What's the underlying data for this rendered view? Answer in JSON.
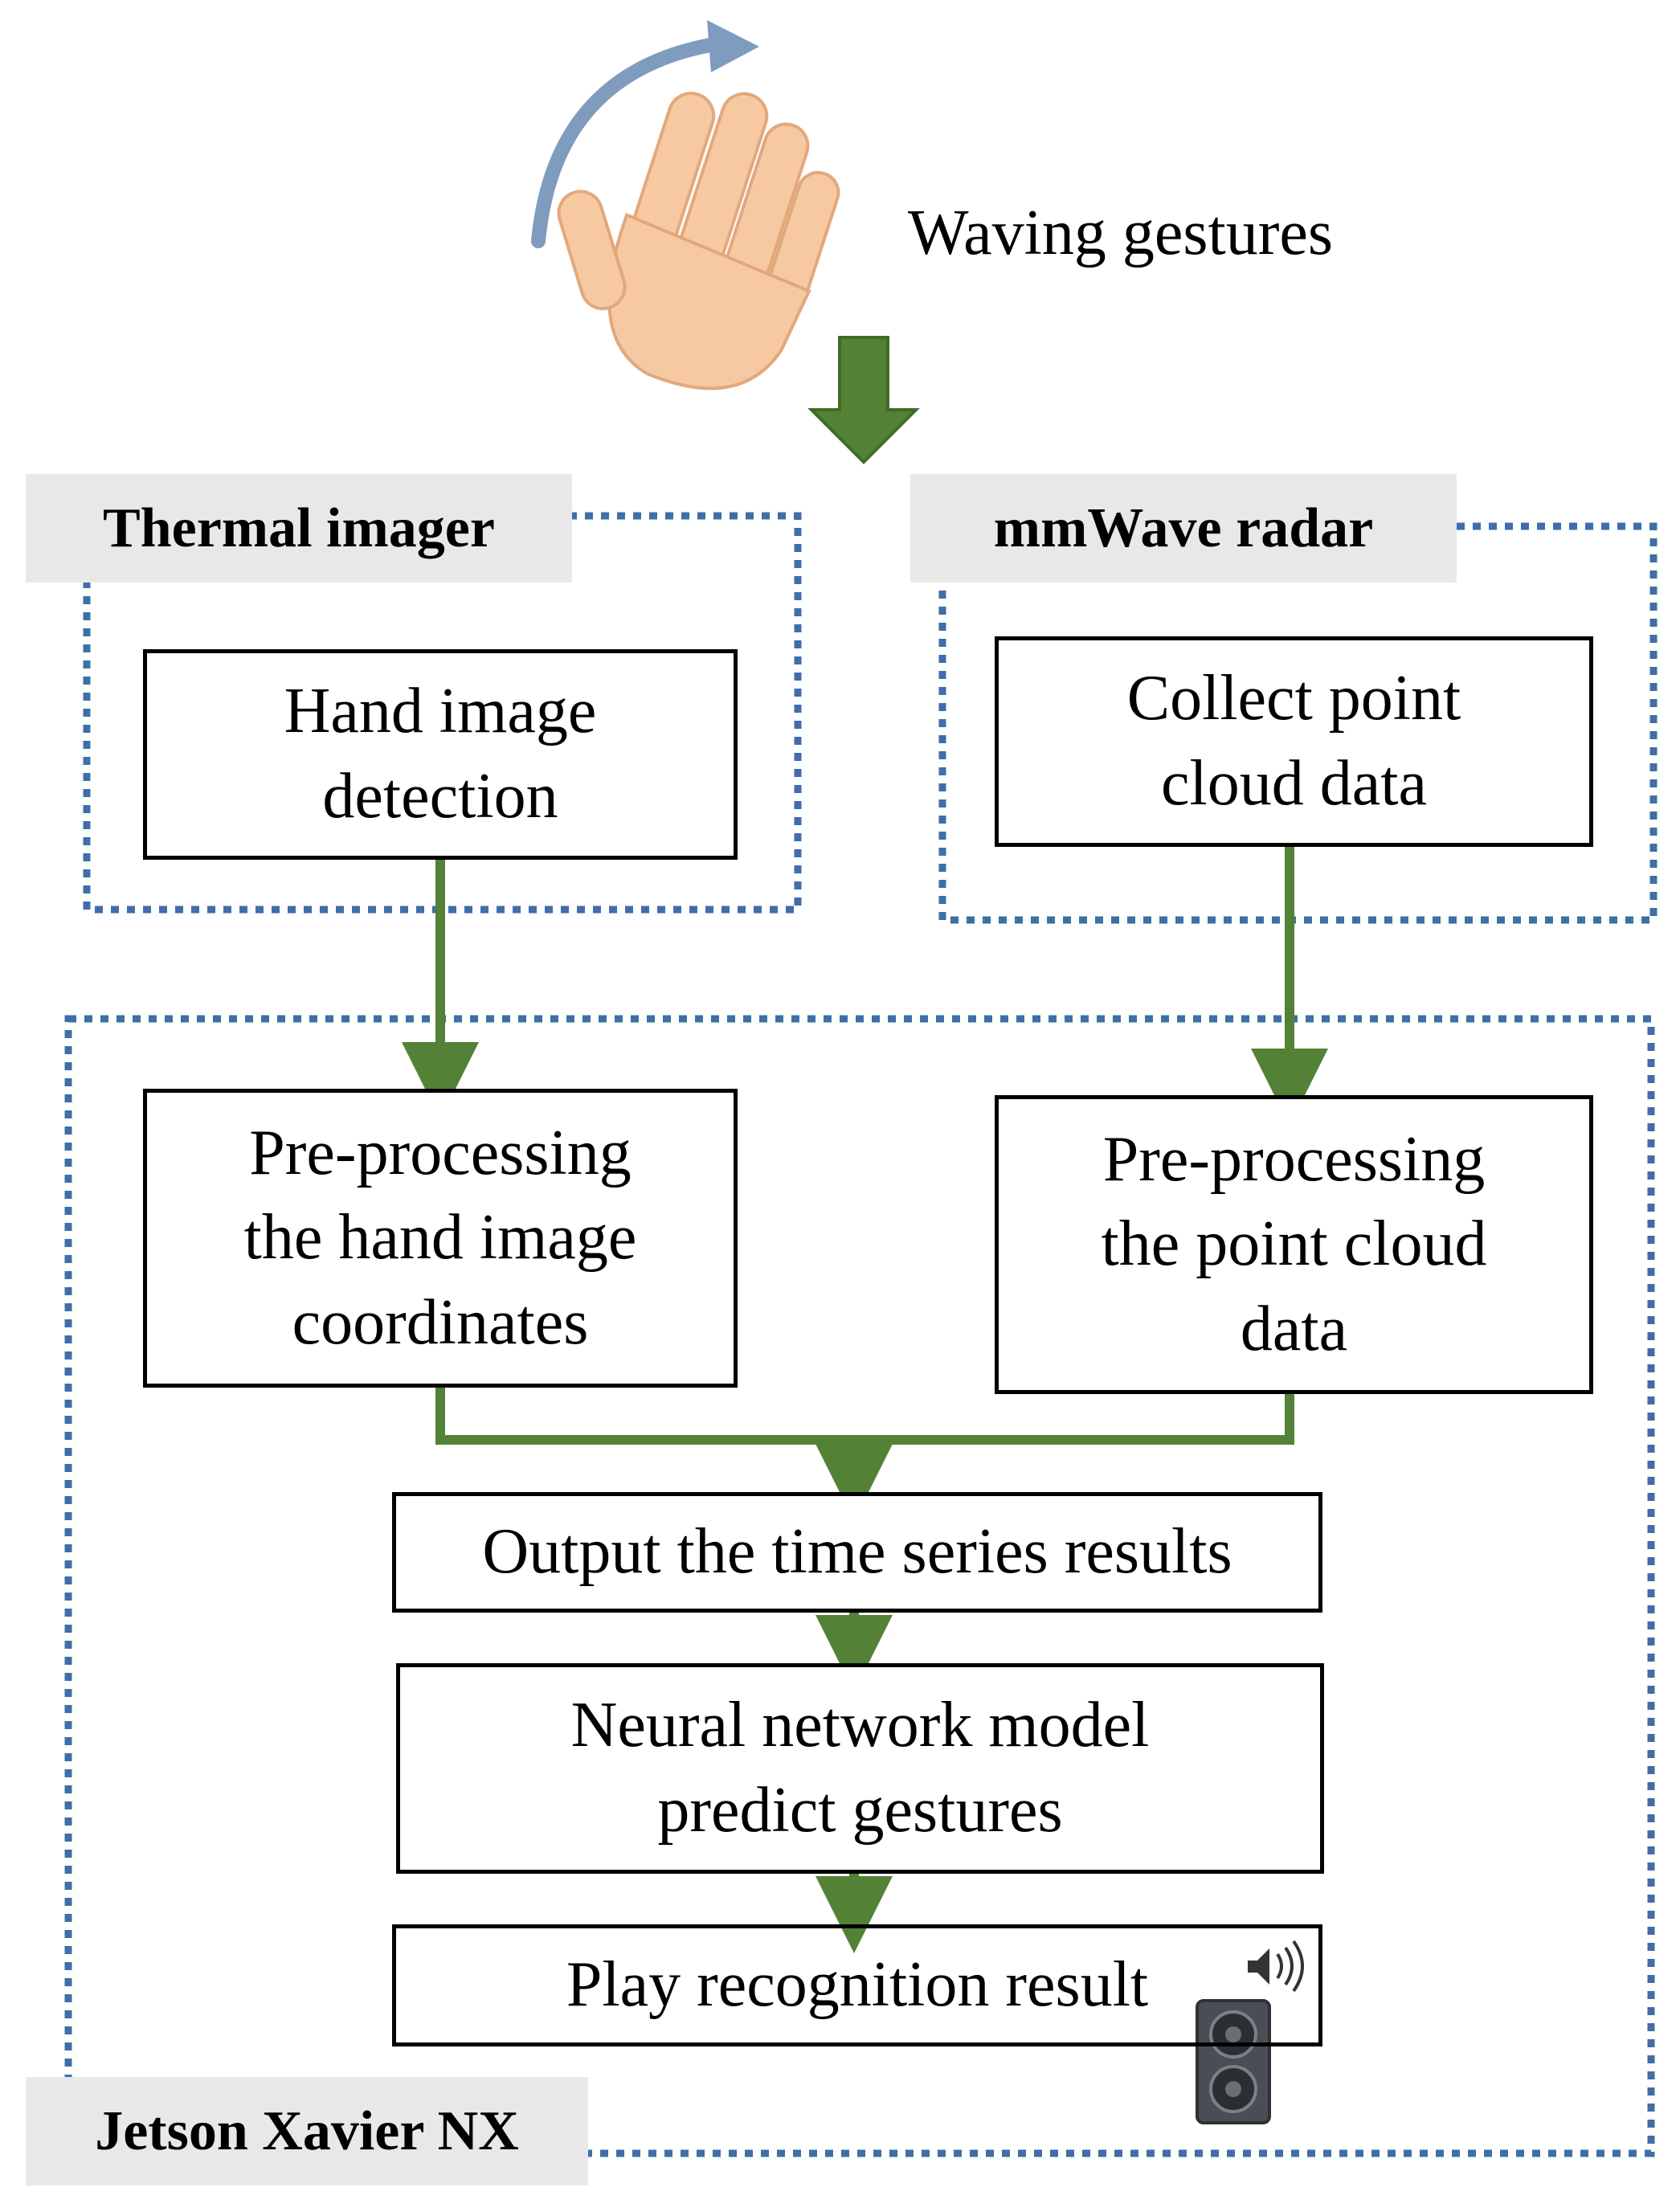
{
  "title": "Waving gestures",
  "groups": {
    "thermal": "Thermal imager",
    "radar": "mmWave radar",
    "jetson": "Jetson Xavier NX"
  },
  "steps": {
    "hand_detection": "Hand image\ndetection",
    "collect_point_cloud": "Collect point\ncloud data",
    "preprocess_hand": "Pre-processing\nthe hand image\ncoordinates",
    "preprocess_cloud": "Pre-processing\nthe point cloud\ndata",
    "output_time_series": "Output the time series results",
    "neural_network": "Neural network model\npredict gestures",
    "play_result": "Play recognition result"
  },
  "icons": {
    "gesture": "waving-hand-icon",
    "audio": "speaker-icon",
    "sound": "sound-waves-icon"
  },
  "colors": {
    "dotted_border": "#3f6ea8",
    "flow_arrow": "#538135",
    "label_bg": "#e8e8e8",
    "hand": "#f6c9a3",
    "motion_arc": "#7f9cbf"
  }
}
